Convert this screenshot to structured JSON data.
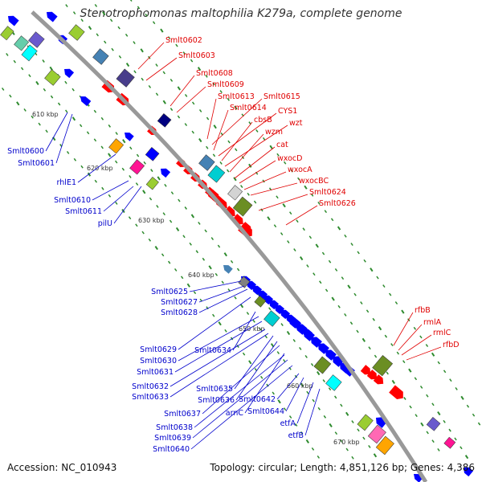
{
  "title": "Stenotrophomonas maltophilia K279a, complete genome",
  "footer": {
    "accession": "Accession: NC_010943",
    "topology": "Topology: circular; Length: 4,851,126 bp; Genes: 4,386"
  },
  "colors": {
    "forward": "#ff0000",
    "reverse": "#0000ff",
    "forward_label": "#e00000",
    "reverse_label": "#0000cc",
    "backbone": "#999999",
    "tick": "#2e8b2e"
  },
  "scale": {
    "ticks": [
      {
        "label": "610 kbp"
      },
      {
        "label": "620 kbp"
      },
      {
        "label": "630 kbp"
      },
      {
        "label": "640 kbp"
      },
      {
        "label": "650 kbp"
      },
      {
        "label": "660 kbp"
      },
      {
        "label": "670 kbp"
      }
    ]
  },
  "forward_labels": [
    "Smlt0602",
    "Smlt0603",
    "Smlt0608",
    "Smlt0609",
    "Smlt0613",
    "Smlt0615",
    "Smlt0614",
    "CYS1",
    "cbsB",
    "wzt",
    "wzm",
    "cat",
    "wxocD",
    "wxocA",
    "wxocBC",
    "Smlt0624",
    "Smlt0626",
    "rfbB",
    "rmlA",
    "rmlC",
    "rfbD"
  ],
  "reverse_labels": [
    "Smlt0600",
    "Smlt0601",
    "rhlE1",
    "Smlt0610",
    "Smlt0611",
    "pilU",
    "Smlt0625",
    "Smlt0627",
    "Smlt0628",
    "Smlt0629",
    "Smlt0634",
    "Smlt0630",
    "Smlt0631",
    "Smlt0632",
    "Smlt0635",
    "Smlt0633",
    "Smlt0636",
    "Smlt0642",
    "Smlt0637",
    "arnC",
    "Smlt0644",
    "Smlt0638",
    "etfA",
    "Smlt0639",
    "etfB",
    "Smlt0640"
  ]
}
